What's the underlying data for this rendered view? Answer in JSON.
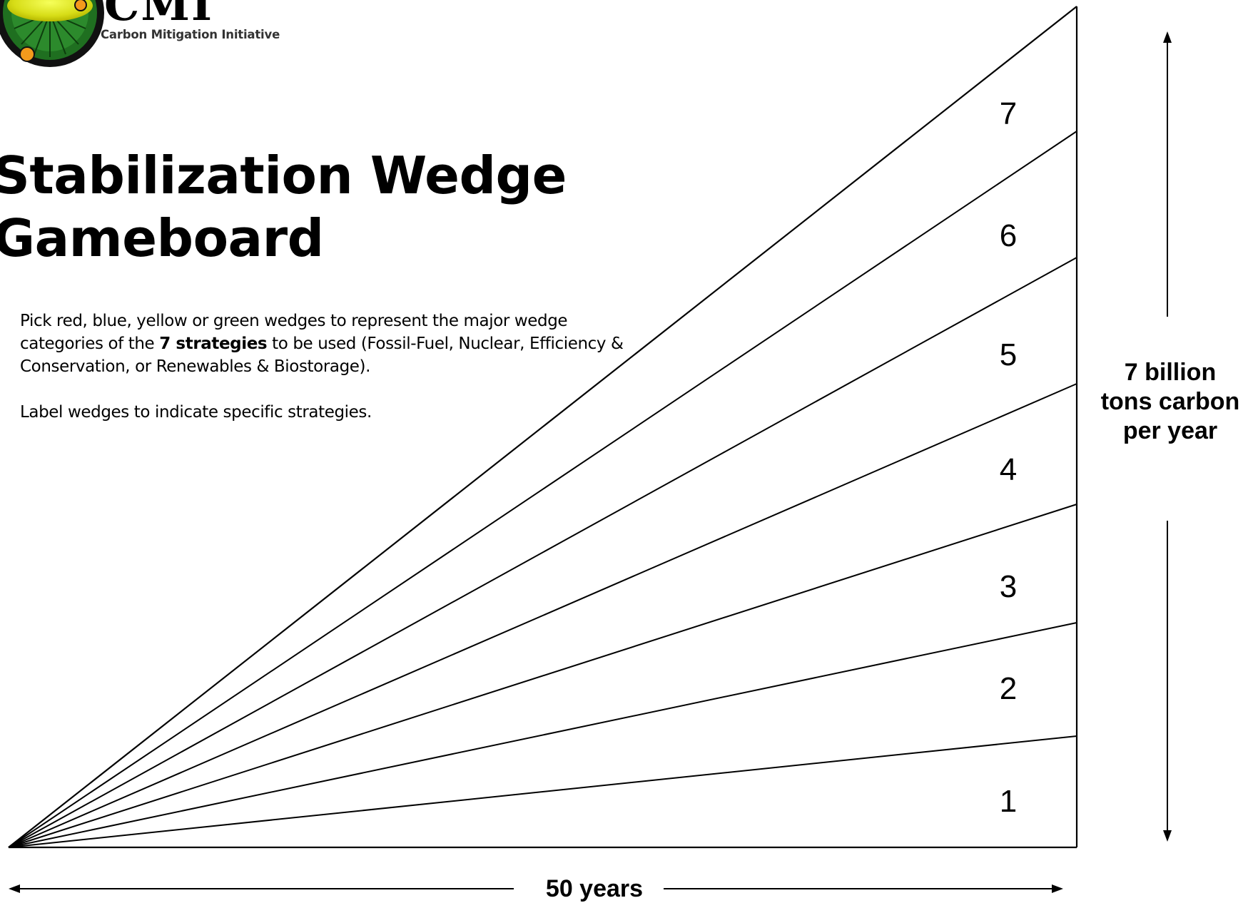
{
  "logo": {
    "letters": "CMI",
    "tagline": "Carbon Mitigation Initiative"
  },
  "title": {
    "line1": "Stabilization Wedge",
    "line2": "Gameboard"
  },
  "instructions": [
    {
      "marker": ".",
      "before": "Pick red, blue, yellow or green wedges to represent the major wedge categories of the ",
      "emphasis": "7 strategies",
      "after": " to be used  (Fossil-Fuel, Nuclear, Efficiency & Conservation, or Renewables & Biostorage)."
    },
    {
      "marker": ".",
      "before": "Label wedges to indicate specific strategies.",
      "emphasis": "",
      "after": ""
    }
  ],
  "wedges": [
    {
      "label": "1"
    },
    {
      "label": "2"
    },
    {
      "label": "3"
    },
    {
      "label": "4"
    },
    {
      "label": "5"
    },
    {
      "label": "6"
    },
    {
      "label": "7"
    }
  ],
  "x_axis": {
    "label": "50 years"
  },
  "y_axis": {
    "line1": "7 billion",
    "line2": "tons carbon",
    "line3": "per year"
  }
}
